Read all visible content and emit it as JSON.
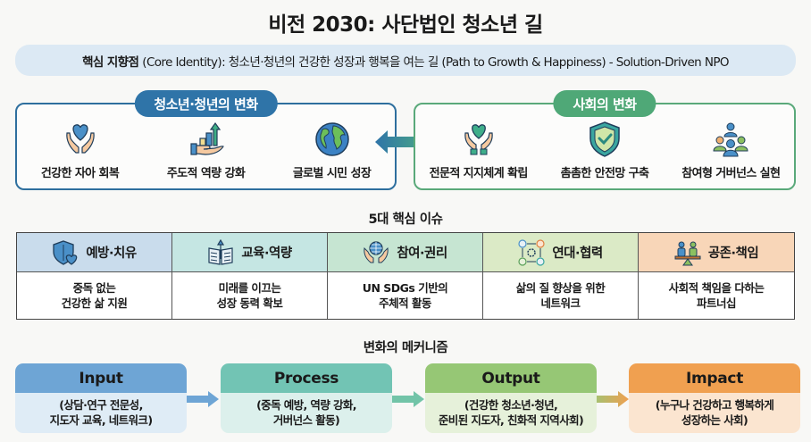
{
  "title": "비전 2030: 사단법인 청소년 길",
  "identity": {
    "label": "핵심 지향점",
    "text": "(Core Identity): 청소년·청년의 건강한 성장과 행복을 여는 길 (Path to Growth & Happiness) - Solution-Driven NPO"
  },
  "youth_change": {
    "title": "청소년·청년의 변화",
    "color": "#2f74a8",
    "items": [
      {
        "icon": "hands-heart-icon",
        "label": "건강한 자아 회복"
      },
      {
        "icon": "hand-growth-chart-icon",
        "label": "주도적 역량 강화"
      },
      {
        "icon": "globe-icon",
        "label": "글로벌 시민 성장"
      }
    ]
  },
  "social_change": {
    "title": "사회의 변화",
    "color": "#4fa877",
    "items": [
      {
        "icon": "hands-heart-icon",
        "label": "전문적 지지체계 확립"
      },
      {
        "icon": "shield-check-icon",
        "label": "촘촘한 안전망 구축"
      },
      {
        "icon": "people-group-icon",
        "label": "참여형 거버넌스 실현"
      }
    ]
  },
  "issues": {
    "title": "5대 핵심 이슈",
    "columns": [
      {
        "icon": "shield-heart-icon",
        "label": "예방·치유",
        "desc": "중독 없는\n건강한 삶 지원",
        "color": "#c9dcec"
      },
      {
        "icon": "book-arrow-icon",
        "label": "교육·역량",
        "desc": "미래를 이끄는\n성장 동력 확보",
        "color": "#c5e6e3"
      },
      {
        "icon": "hands-globe-icon",
        "label": "참여·권리",
        "desc": "UN SDGs 기반의\n주체적 활동",
        "color": "#c6e5d2"
      },
      {
        "icon": "network-gear-icon",
        "label": "연대·협력",
        "desc": "삶의 질 향상을 위한\n네트워크",
        "color": "#dbeac6"
      },
      {
        "icon": "balance-people-icon",
        "label": "공존·책임",
        "desc": "사회적 책임을 다하는\n파트너십",
        "color": "#f8d6b8"
      }
    ]
  },
  "mechanism": {
    "title": "변화의 메커니즘",
    "steps": [
      {
        "label": "Input",
        "desc": "(상담·연구 전문성,\n지도자 교육, 네트워크)",
        "head": "#6ea5d5",
        "body": "#dfecf6"
      },
      {
        "label": "Process",
        "desc": "(중독 예방, 역량 강화,\n거버넌스 활동)",
        "head": "#72c4b4",
        "body": "#dcf0ec"
      },
      {
        "label": "Output",
        "desc": "(건강한 청소년·청년,\n준비된 지도자, 친화적 지역사회)",
        "head": "#96c775",
        "body": "#e6f1da"
      },
      {
        "label": "Impact",
        "desc": "(누구나 건강하고 행복하게\n성장하는 사회)",
        "head": "#f0a050",
        "body": "#fbe5d0"
      }
    ]
  }
}
